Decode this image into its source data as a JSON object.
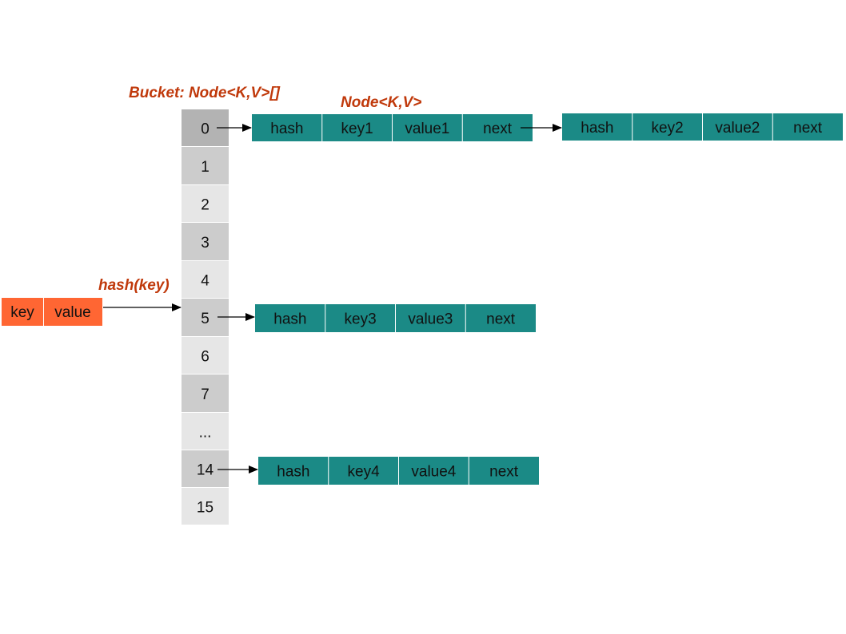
{
  "labels": {
    "bucket_title": "Bucket: Node<K,V>[]",
    "node_title": "Node<K,V>",
    "hash_func": "hash(key)"
  },
  "colors": {
    "label": "#c0390b",
    "node_fill": "#1b8a86",
    "input_fill": "#ff6633",
    "bucket_dark": "#b3b3b3",
    "bucket_mid": "#cccccc",
    "bucket_light": "#e6e6e6",
    "text": "#111111",
    "arrow": "#000000"
  },
  "input_entry": {
    "key": "key",
    "value": "value"
  },
  "buckets": [
    {
      "index": "0",
      "shade": "dark"
    },
    {
      "index": "1",
      "shade": "mid"
    },
    {
      "index": "2",
      "shade": "light"
    },
    {
      "index": "3",
      "shade": "mid"
    },
    {
      "index": "4",
      "shade": "light"
    },
    {
      "index": "5",
      "shade": "mid"
    },
    {
      "index": "6",
      "shade": "light"
    },
    {
      "index": "7",
      "shade": "mid"
    },
    {
      "index": "...",
      "shade": "light"
    },
    {
      "index": "14",
      "shade": "mid"
    },
    {
      "index": "15",
      "shade": "light"
    }
  ],
  "nodes": [
    {
      "id": "node-1",
      "bucket": "0",
      "fields": [
        "hash",
        "key1",
        "value1",
        "next"
      ]
    },
    {
      "id": "node-2",
      "bucket": "0",
      "fields": [
        "hash",
        "key2",
        "value2",
        "next"
      ]
    },
    {
      "id": "node-3",
      "bucket": "5",
      "fields": [
        "hash",
        "key3",
        "value3",
        "next"
      ]
    },
    {
      "id": "node-4",
      "bucket": "14",
      "fields": [
        "hash",
        "key4",
        "value4",
        "next"
      ]
    }
  ]
}
